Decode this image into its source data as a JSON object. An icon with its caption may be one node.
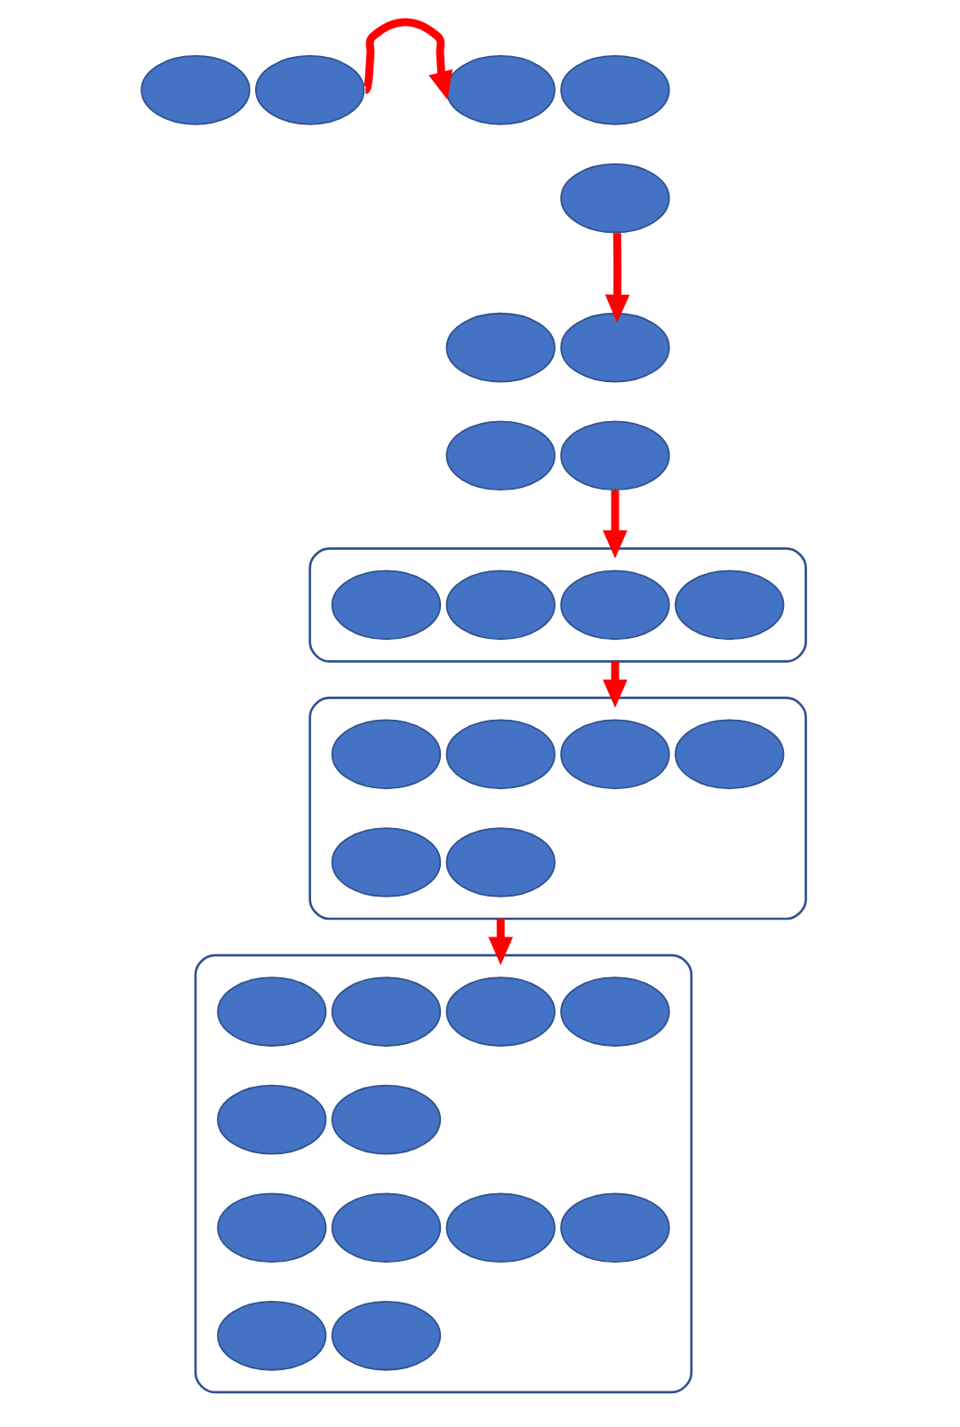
{
  "diagram": {
    "nodes": [
      {
        "text": [],
        "shape": "ellipse"
      },
      {
        "text": [],
        "shape": "ellipse"
      },
      {
        "text": [],
        "shape": "ellipse"
      },
      {
        "text": [],
        "shape": "ellipse"
      },
      {
        "text": [],
        "shape": "ellipse"
      },
      {
        "text": [],
        "shape": "ellipse"
      },
      {
        "text": [],
        "shape": "ellipse"
      },
      {
        "text": [],
        "shape": "ellipse"
      },
      {
        "text": [],
        "shape": "ellipse"
      },
      {
        "text": [],
        "shape": "box"
      },
      {
        "text": [],
        "shape": "ellipse",
        "in": 9
      },
      {
        "text": [],
        "shape": "ellipse",
        "in": 9
      },
      {
        "text": [],
        "shape": "ellipse",
        "in": 9
      },
      {
        "text": [],
        "shape": "ellipse",
        "in": 9
      },
      {
        "text": [],
        "shape": "box"
      },
      {
        "text": [],
        "shape": "ellipse",
        "in": 14
      },
      {
        "text": [],
        "shape": "ellipse",
        "in": 14
      },
      {
        "text": [],
        "shape": "ellipse",
        "in": 14
      },
      {
        "text": [],
        "shape": "ellipse",
        "in": 14
      },
      {
        "text": [],
        "shape": "ellipse",
        "in": 14
      },
      {
        "text": [],
        "shape": "ellipse",
        "in": 14
      },
      {
        "text": [],
        "shape": "box"
      },
      {
        "text": [],
        "shape": "ellipse",
        "in": 21
      },
      {
        "text": [],
        "shape": "ellipse",
        "in": 21
      },
      {
        "text": [],
        "shape": "ellipse",
        "in": 21
      },
      {
        "text": [],
        "shape": "ellipse",
        "in": 21
      },
      {
        "text": [],
        "shape": "ellipse",
        "in": 21
      },
      {
        "text": [],
        "shape": "ellipse",
        "in": 21
      },
      {
        "text": [],
        "shape": "ellipse",
        "in": 21
      },
      {
        "text": [],
        "shape": "ellipse",
        "in": 21
      },
      {
        "text": [],
        "shape": "ellipse",
        "in": 21
      },
      {
        "text": [],
        "shape": "ellipse",
        "in": 21
      },
      {
        "text": [],
        "shape": "ellipse",
        "in": 21
      },
      {
        "text": [],
        "shape": "ellipse",
        "in": 21
      }
    ],
    "edges": [
      {
        "from": 1,
        "to": 2,
        "arrow": "to",
        "color": "#ff0000"
      },
      {
        "from": 4,
        "to": 6,
        "arrow": "to",
        "color": "#ff0000"
      },
      {
        "from": 8,
        "to": 9,
        "arrow": "to",
        "color": "#ff0000"
      },
      {
        "from": 9,
        "to": 14,
        "arrow": "to",
        "color": "#ff0000"
      },
      {
        "from": 14,
        "to": 21,
        "arrow": "to",
        "color": "#ff0000"
      }
    ]
  }
}
